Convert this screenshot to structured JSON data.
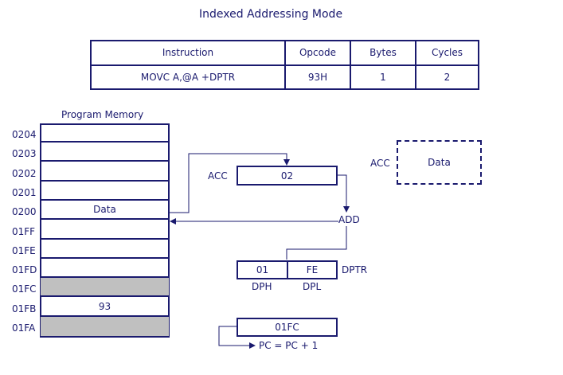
{
  "title": "Indexed Addressing Mode",
  "instruction_table": {
    "headers": [
      "Instruction",
      "Opcode",
      "Bytes",
      "Cycles"
    ],
    "row": [
      "MOVC A,@A +DPTR",
      "93H",
      "1",
      "2"
    ]
  },
  "program_memory": {
    "label": "Program Memory",
    "rows": [
      {
        "addr": "0204",
        "content": "",
        "shaded": false
      },
      {
        "addr": "0203",
        "content": "",
        "shaded": false
      },
      {
        "addr": "0202",
        "content": "",
        "shaded": false
      },
      {
        "addr": "0201",
        "content": "",
        "shaded": false
      },
      {
        "addr": "0200",
        "content": "Data",
        "shaded": false
      },
      {
        "addr": "01FF",
        "content": "",
        "shaded": false
      },
      {
        "addr": "01FE",
        "content": "",
        "shaded": false
      },
      {
        "addr": "01FD",
        "content": "",
        "shaded": false
      },
      {
        "addr": "01FC",
        "content": "",
        "shaded": true
      },
      {
        "addr": "01FB",
        "content": "93",
        "shaded": false
      },
      {
        "addr": "01FA",
        "content": "",
        "shaded": true
      }
    ]
  },
  "acc": {
    "label": "ACC",
    "value": "02"
  },
  "adder": {
    "label": "ADD"
  },
  "dptr": {
    "label": "DPTR",
    "dph_value": "01",
    "dpl_value": "FE",
    "dph_label": "DPH",
    "dpl_label": "DPL"
  },
  "pc": {
    "value": "01FC",
    "update": "PC = PC + 1"
  },
  "result": {
    "label": "ACC",
    "value": "Data"
  },
  "colors": {
    "ink": "#1a1a6e",
    "shade": "#c0c0c0"
  }
}
